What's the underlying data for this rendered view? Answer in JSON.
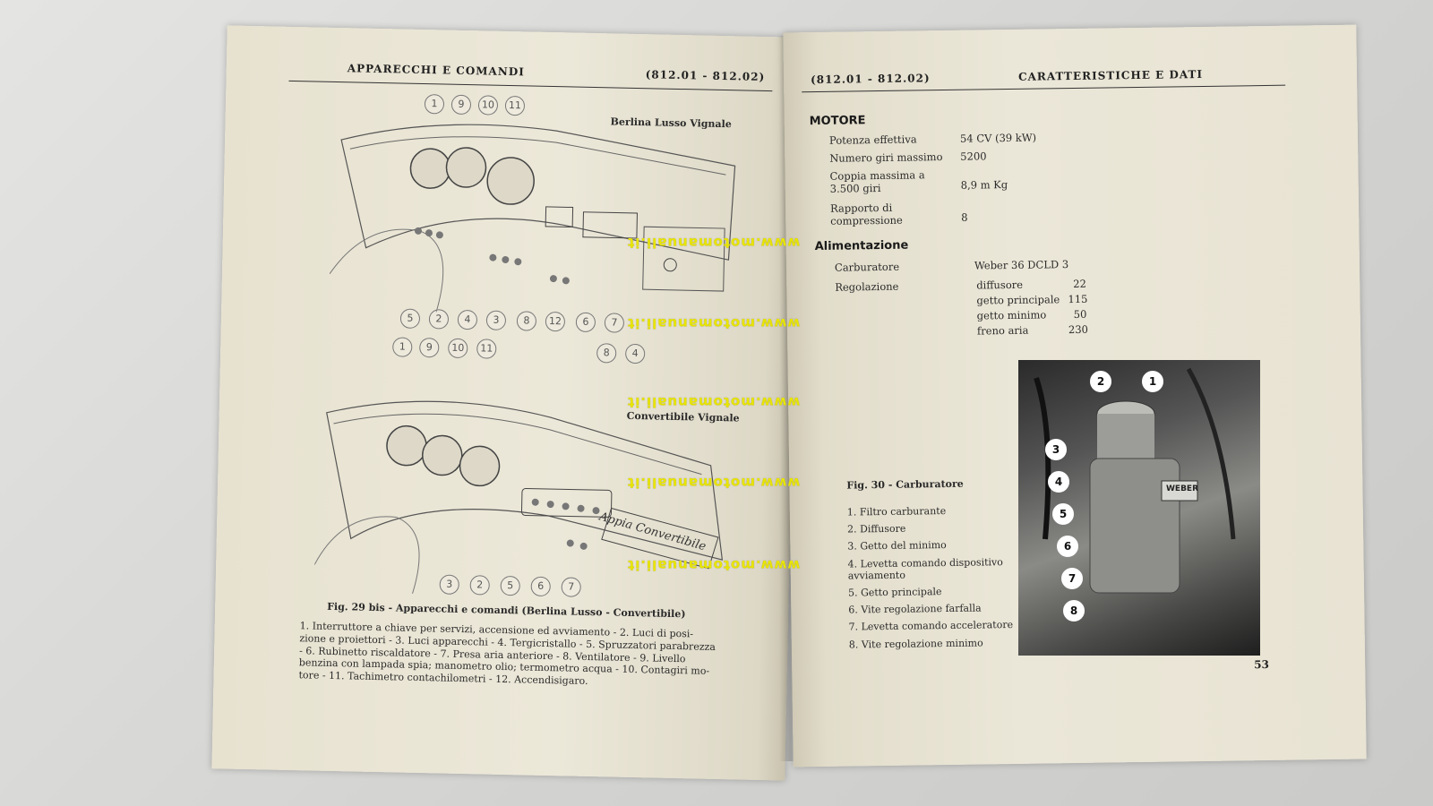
{
  "left_page": {
    "header_title": "APPARECCHI E COMANDI",
    "header_code": "(812.01 - 812.02)",
    "diagram1_label": "Berlina Lusso Vignale",
    "diagram1_top_numbers": [
      "1",
      "9",
      "10",
      "11"
    ],
    "diagram1_bottom_numbers": [
      "5",
      "2",
      "4",
      "3",
      "8",
      "12",
      "6",
      "7"
    ],
    "diagram2_label": "Convertibile Vignale",
    "diagram2_top_numbers": [
      "1",
      "9",
      "10",
      "11"
    ],
    "diagram2_top_right_numbers": [
      "8",
      "4"
    ],
    "diagram2_bottom_numbers": [
      "3",
      "2",
      "5",
      "6",
      "7"
    ],
    "script_text": "Appia Convertibile",
    "caption_title": "Fig. 29 bis - Apparecchi e comandi (Berlina Lusso - Convertibile)",
    "caption_lines": [
      "1. Interruttore a chiave per servizi, accensione ed avviamento - 2. Luci di posi-",
      "zione e proiettori - 3. Luci apparecchi - 4. Tergicristallo - 5. Spruzzatori parabrezza",
      "- 6. Rubinetto riscaldatore - 7. Presa aria anteriore - 8. Ventilatore - 9. Livello",
      "benzina con lampada spia; manometro olio; termometro acqua - 10. Contagiri mo-",
      "tore - 11. Tachimetro contachilometri - 12. Accendisigaro."
    ]
  },
  "right_page": {
    "header_code": "(812.01 - 812.02)",
    "header_title": "CARATTERISTICHE E DATI",
    "motore_title": "MOTORE",
    "motore_rows": [
      {
        "label": "Potenza effettiva",
        "value": "54 CV (39 kW)"
      },
      {
        "label": "Numero giri massimo",
        "value": "5200"
      },
      {
        "label": "Coppia massima a 3.500 giri",
        "value": "8,9 m Kg"
      },
      {
        "label": "Rapporto di compressione",
        "value": "8"
      }
    ],
    "alimentazione_title": "Alimentazione",
    "carburatore_label": "Carburatore",
    "carburatore_value": "Weber 36 DCLD 3",
    "regolazione_label": "Regolazione",
    "regolazione_rows": [
      {
        "label": "diffusore",
        "value": "22"
      },
      {
        "label": "getto principale",
        "value": "115"
      },
      {
        "label": "getto minimo",
        "value": "50"
      },
      {
        "label": "freno aria",
        "value": "230"
      }
    ],
    "fig_caption": "Fig. 30 - Carburatore",
    "fig_items": [
      "1. Filtro carburante",
      "2. Diffusore",
      "3. Getto del minimo",
      "4. Levetta comando dispositivo avviamento",
      "5. Getto principale",
      "6. Vite regolazione farfalla",
      "7. Levetta comando acceleratore",
      "8. Vite regolazione minimo"
    ],
    "photo_numbers": [
      "2",
      "1",
      "3",
      "4",
      "5",
      "6",
      "7",
      "8"
    ],
    "photo_brand": "WEBER",
    "page_number": "53"
  },
  "watermark": "www.motomanuali.it"
}
